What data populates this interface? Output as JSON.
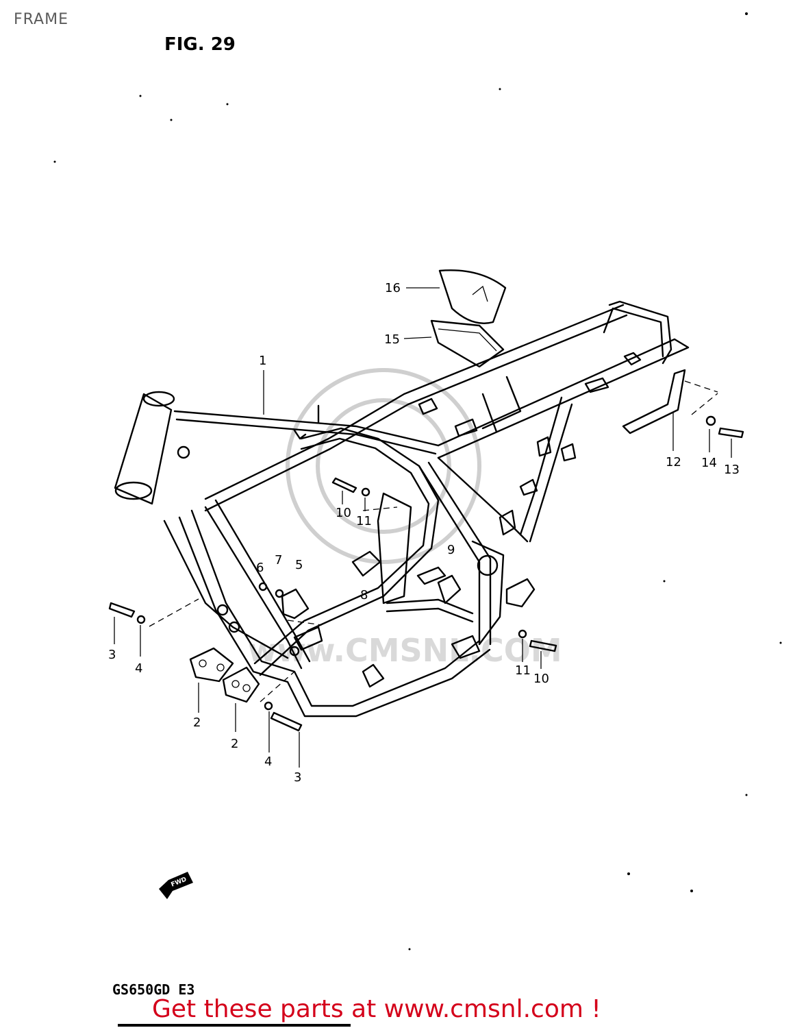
{
  "page": {
    "label": "FRAME"
  },
  "figure": {
    "title": "FIG. 29",
    "model": "GS650GD  E3"
  },
  "watermark": {
    "text": "www.CMSNL.COM"
  },
  "footer": {
    "cta": "Get these parts at www.cmsnl.com !"
  },
  "callouts": [
    "1",
    "2",
    "2",
    "3",
    "3",
    "4",
    "4",
    "5",
    "6",
    "7",
    "8",
    "9",
    "10",
    "10",
    "11",
    "11",
    "12",
    "13",
    "14",
    "15",
    "16"
  ],
  "badge": {
    "text": "FWD"
  },
  "colors": {
    "cta": "#d4001a",
    "label": "#5a5a5a",
    "ink": "#000000",
    "watermark": "#d9d9d9"
  }
}
